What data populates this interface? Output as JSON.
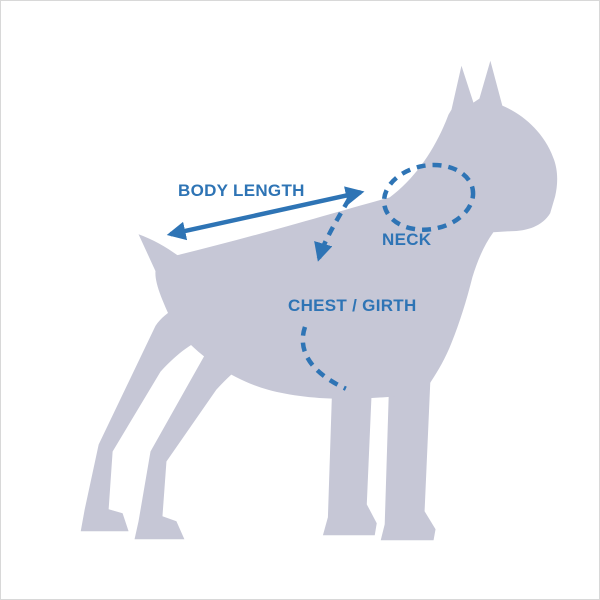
{
  "diagram": {
    "name": "dog-size-measurement-guide",
    "subject": "standing-boxer-dog-silhouette",
    "colors": {
      "silhouette": "#C6C7D6",
      "annotation": "#2E74B5",
      "background": "#FFFFFF",
      "border": "#D8D8D8"
    },
    "labels": {
      "body_length": "BODY LENGTH",
      "neck": "NECK",
      "chest_girth": "CHEST / GIRTH"
    },
    "annotations": [
      {
        "id": "body-length",
        "label": "BODY LENGTH",
        "marker": "double-headed-arrow",
        "measures": "from base of tail to base of neck along the back"
      },
      {
        "id": "neck",
        "label": "NECK",
        "marker": "dashed-ellipse",
        "measures": "circumference around neck"
      },
      {
        "id": "chest-girth",
        "label": "CHEST / GIRTH",
        "marker": "dashed-arc-with-arrowhead",
        "measures": "circumference around chest behind front legs"
      }
    ]
  }
}
